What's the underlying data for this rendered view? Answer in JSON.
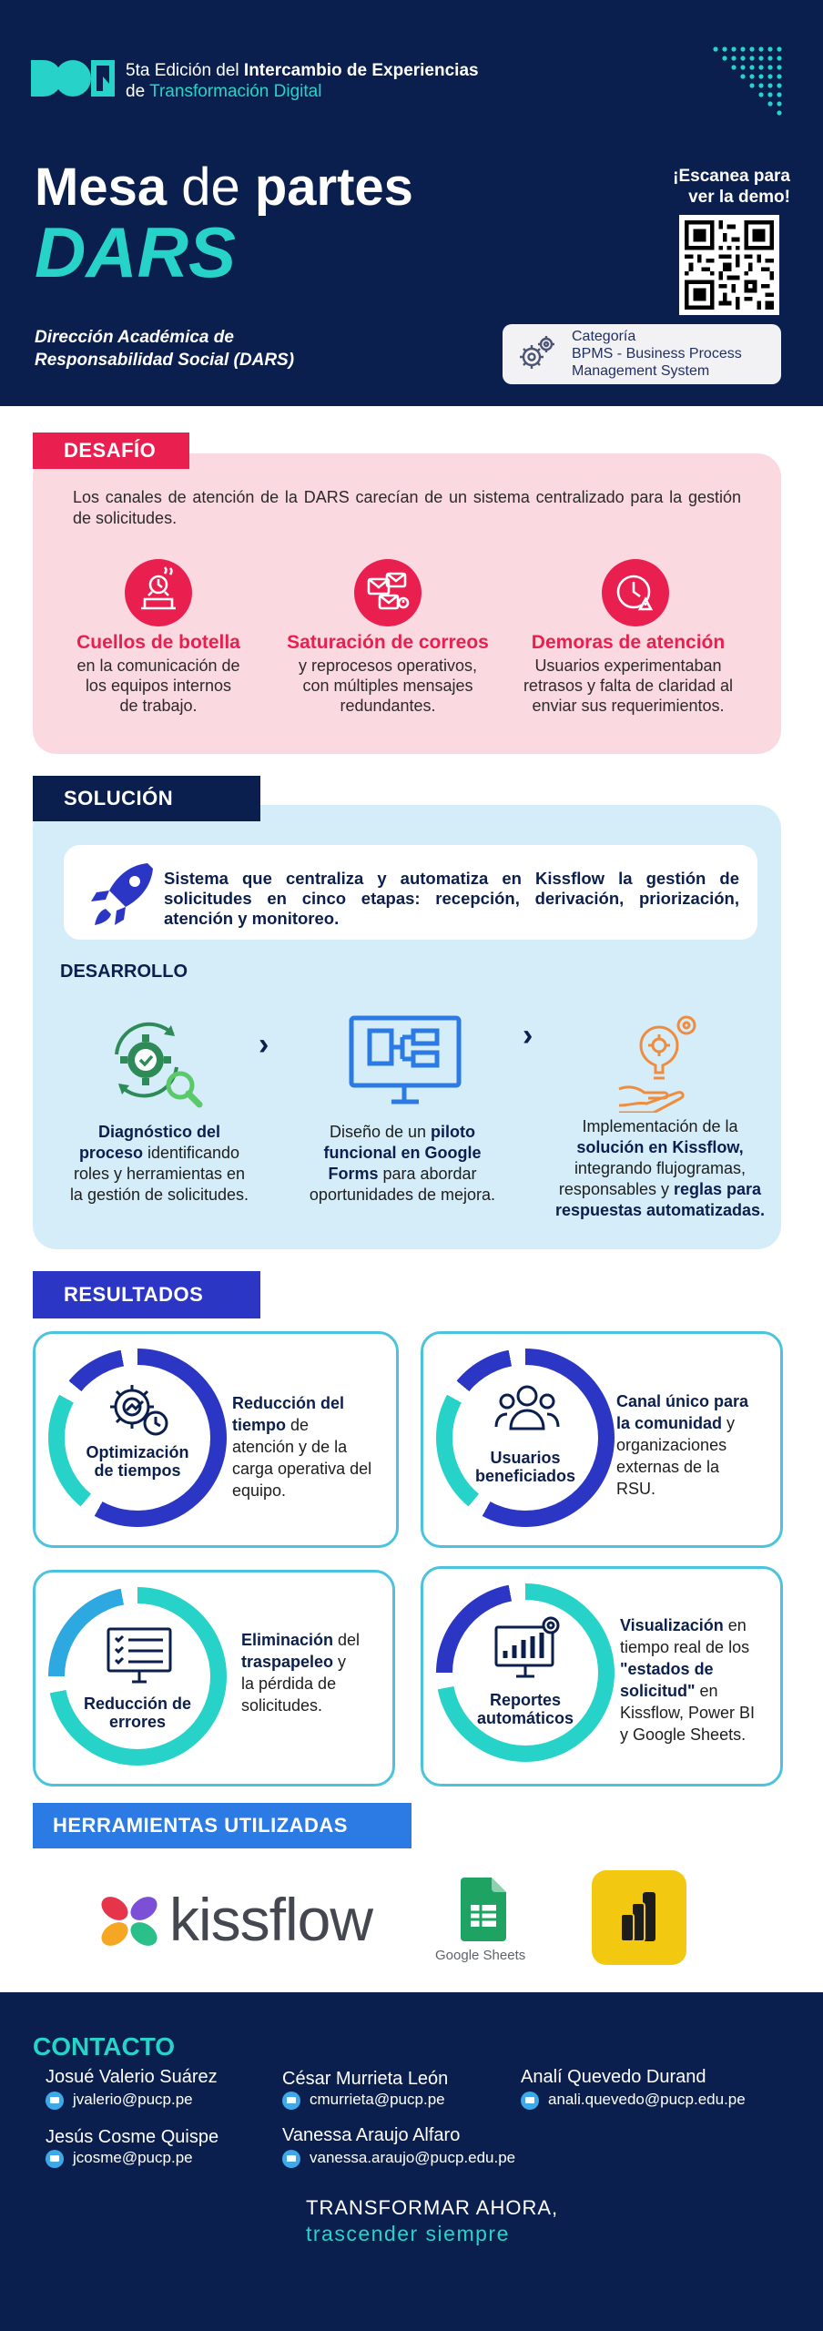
{
  "header": {
    "edition_prefix": "5ta Edición del ",
    "edition_bold": "Intercambio de Experiencias",
    "edition_line2_prefix": "de ",
    "edition_line2_accent": "Transformación Digital",
    "title_bold1": "Mesa",
    "title_thin": " de ",
    "title_bold2": "partes",
    "title_accent": "DARS",
    "subtitle_line1": "Dirección Académica de",
    "subtitle_line2": "Responsabilidad Social  (DARS)",
    "scan_line1": "¡Escanea para",
    "scan_line2": "ver la demo!",
    "category_line1": "Categoría",
    "category_line2": "BPMS - Business Process",
    "category_line3": "Management System"
  },
  "desafio": {
    "label": "DESAFÍO",
    "intro": "Los canales de atención de la DARS carecían de un sistema centralizado para la gestión de solicitudes.",
    "items": [
      {
        "title": "Cuellos de botella",
        "desc1": "en la comunicación de",
        "desc2": "los equipos internos",
        "desc3": "de trabajo.",
        "icon": "bottleneck-icon"
      },
      {
        "title": "Saturación de correos",
        "desc1": "y reprocesos operativos,",
        "desc2": "con múltiples mensajes",
        "desc3": "redundantes.",
        "icon": "mail-overload-icon"
      },
      {
        "title": "Demoras de atención",
        "desc1": "Usuarios experimentaban",
        "desc2": "retrasos y falta de claridad al",
        "desc3": "enviar sus requerimientos.",
        "icon": "clock-alert-icon"
      }
    ]
  },
  "solucion": {
    "label": "SOLUCIÓN",
    "summary": "Sistema que centraliza y automatiza en Kissflow la gestión de solicitudes en cinco etapas: recepción, derivación, priorización, atención y monitoreo.",
    "development_label": "DESARROLLO",
    "steps": [
      {
        "l1b": "Diagnóstico del",
        "l2b": "proceso",
        "l2": " identificando",
        "l3": "roles y herramientas en",
        "l4": "la gestión de solicitudes."
      },
      {
        "l1": "Diseño de un ",
        "l1b": "piloto",
        "l2b": "funcional en Google",
        "l3b": "Forms",
        "l3": " para abordar",
        "l4": "oportunidades de mejora."
      },
      {
        "l1": "Implementación de la",
        "l2b": "solución en Kissflow,",
        "l3": "integrando flujogramas,",
        "l4": "responsables y ",
        "l4b": "reglas para",
        "l5b": "respuestas automatizadas."
      }
    ]
  },
  "resultados": {
    "label": "RESULTADOS",
    "cards": [
      {
        "ring1": "Optimización",
        "ring2": "de tiempos",
        "t1b": "Reducción del",
        "t2b": "tiempo",
        "t2": " de",
        "t3": "atención y de la",
        "t4": "carga operativa del",
        "t5": " equipo."
      },
      {
        "ring1": "Usuarios",
        "ring2": "beneficiados",
        "t1b": "Canal único para",
        "t2b": "la comunidad",
        "t2": " y",
        "t3": "organizaciones",
        "t4": "externas de la",
        "t5": "RSU."
      },
      {
        "ring1": "Reducción de",
        "ring2": "errores",
        "t1b": "Eliminación",
        "t1": " del",
        "t2b": "traspapeleo",
        "t2": " y",
        "t3": "la pérdida de",
        "t4": "solicitudes.",
        "t5": ""
      },
      {
        "ring1": "Reportes",
        "ring2": "automáticos",
        "t1b": "Visualización",
        "t1": " en",
        "t2": "tiempo real de los",
        "t3b": "\"estados de",
        "t4b": "solicitud\"",
        "t4": " en",
        "t5": "Kissflow, Power BI",
        "t6": " y  Google Sheets."
      }
    ]
  },
  "herramientas": {
    "label": "HERRAMIENTAS UTILIZADAS",
    "kissflow": "kissflow",
    "google_sheets": "Google Sheets"
  },
  "contacto": {
    "label": "CONTACTO",
    "people": [
      {
        "name": "Josué Valerio Suárez",
        "email": "jvalerio@pucp.pe"
      },
      {
        "name": "César Murrieta León",
        "email": "cmurrieta@pucp.pe"
      },
      {
        "name": "Analí Quevedo Durand",
        "email": "anali.quevedo@pucp.edu.pe"
      },
      {
        "name": "Jesús Cosme Quispe",
        "email": "jcosme@pucp.pe"
      },
      {
        "name": "Vanessa Araujo Alfaro",
        "email": "vanessa.araujo@pucp.edu.pe"
      }
    ],
    "motto1": "TRANSFORMAR AHORA,",
    "motto2": "trascender siempre"
  },
  "colors": {
    "navy": "#0b1f4e",
    "cyan": "#27d3c9",
    "pink": "#e9204f",
    "royal": "#2c36c4"
  }
}
